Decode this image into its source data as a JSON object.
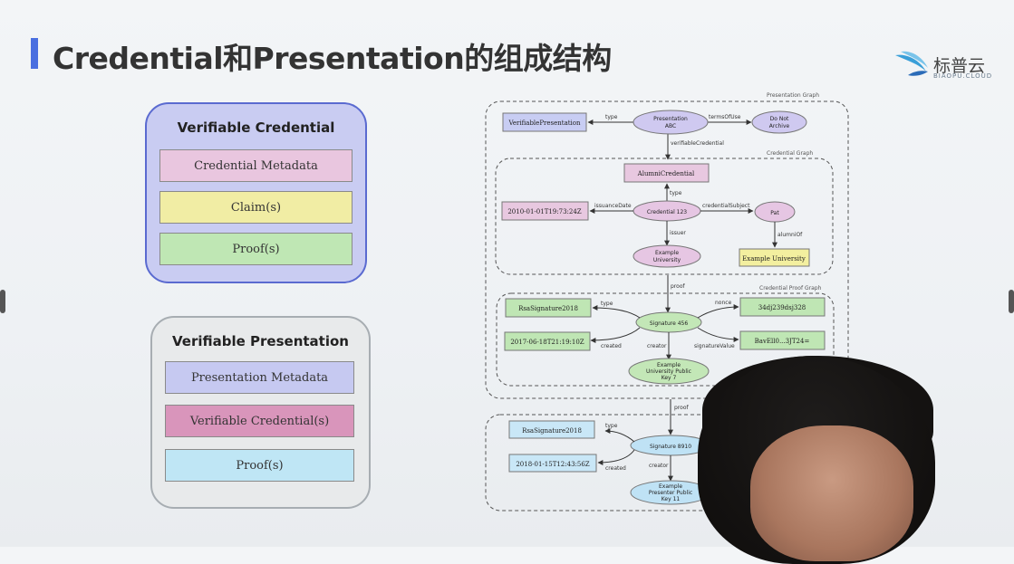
{
  "slide": {
    "title": "Credential和Presentation的组成结构",
    "logo_text": "标普云",
    "logo_sub": "BIAOPU.CLOUD",
    "accent_color": "#4a6fe0"
  },
  "vc_card": {
    "title": "Verifiable Credential",
    "rows": [
      {
        "label": "Credential Metadata",
        "color": "#e9c6df"
      },
      {
        "label": "Claim(s)",
        "color": "#f1eda4"
      },
      {
        "label": "Proof(s)",
        "color": "#bfe7b4"
      }
    ]
  },
  "vp_card": {
    "title": "Verifiable Presentation",
    "rows": [
      {
        "label": "Presentation Metadata",
        "color": "#c6c9f1"
      },
      {
        "label": "Verifiable Credential(s)",
        "color": "#d995bb"
      },
      {
        "label": "Proof(s)",
        "color": "#bfe6f5"
      }
    ]
  },
  "graph": {
    "presentation_graph_label": "Presentation Graph",
    "credential_graph_label": "Credential Graph",
    "credential_proof_graph_label": "Credential Proof Graph",
    "nodes": {
      "verifiable_presentation": "VerifiablePresentation",
      "presentation_abc": [
        "Presentation",
        "ABC"
      ],
      "do_not_archive": [
        "Do Not",
        "Archive"
      ],
      "alumni_credential": "AlumniCredential",
      "credential_123": "Credential 123",
      "issuance_date_value": "2010-01-01T19:73:24Z",
      "pat": "Pat",
      "example_university": [
        "Example",
        "University"
      ],
      "example_university_literal": "Example University",
      "rsa_sig_1": "RsaSignature2018",
      "signature_456": "Signature 456",
      "nonce_value": "34dj239dsj328",
      "created_1": "2017-06-18T21:19:10Z",
      "sig_value": "BavEll0...3JT24=",
      "example_university_key": [
        "Example",
        "University Public",
        "Key 7"
      ],
      "rsa_sig_2": "RsaSignature2018",
      "signature_8910": "Signature 8910",
      "created_2": "2018-01-15T12:43:56Z",
      "presenter_key": [
        "Example",
        "Presenter Public",
        "Key 11"
      ]
    },
    "edges": {
      "type": "type",
      "terms_of_use": "termsOfUse",
      "verifiable_credential": "verifiableCredential",
      "issuance_date": "issuanceDate",
      "credential_subject": "credentialSubject",
      "issuer": "issuer",
      "alumni_of": "alumniOf",
      "proof": "proof",
      "nonce": "nonce",
      "created": "created",
      "creator": "creator",
      "signature_value": "signatureValue"
    },
    "colors": {
      "ellipse_purple": "#cfc9f0",
      "ellipse_pink": "#e6c6e3",
      "ellipse_green": "#c3e7b7",
      "ellipse_blue": "#bfe2f5",
      "box_blue": "#c8cdf3",
      "box_pink": "#e8c8e0",
      "box_green": "#bfe6b4",
      "box_yellow": "#f3ef9f",
      "box_lightblue": "#c9e7f7"
    }
  }
}
